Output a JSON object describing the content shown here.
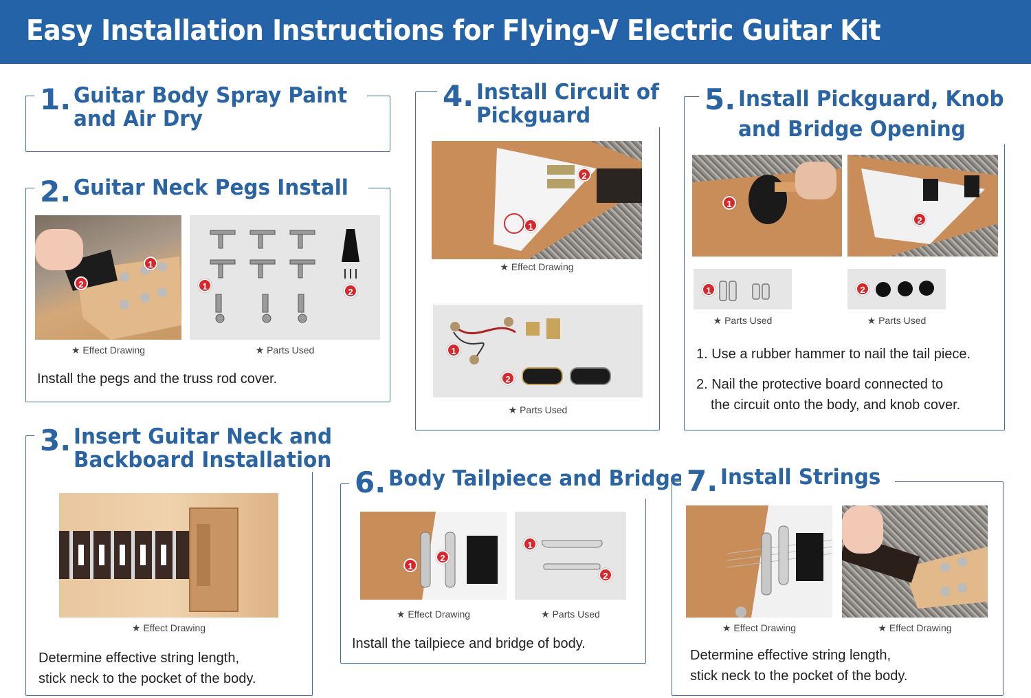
{
  "header": {
    "title": "Easy Installation Instructions for Flying-V Electric Guitar Kit"
  },
  "colors": {
    "header_bg": "#2563a8",
    "title_blue": "#2b64a3",
    "badge_red": "#d9262a"
  },
  "step1": {
    "num": "1.",
    "title_l1": "Guitar Body Spray Paint",
    "title_l2": "and Air Dry"
  },
  "step2": {
    "num": "2.",
    "title": "Guitar Neck Pegs Install",
    "cap1": "★ Effect Drawing",
    "cap2": "★ Parts Used",
    "desc": "Install the pegs and the truss rod cover."
  },
  "step3": {
    "num": "3.",
    "title_l1": "Insert Guitar Neck and",
    "title_l2": "Backboard Installation",
    "cap": "★ Effect Drawing",
    "desc_l1": "Determine effective string length,",
    "desc_l2": "stick neck to the pocket of the body."
  },
  "step4": {
    "num": "4.",
    "title_l1": "Install Circuit of",
    "title_l2": "Pickguard",
    "cap1": "★ Effect Drawing",
    "cap2": "★ Parts Used"
  },
  "step5": {
    "num": "5.",
    "title_l1": "Install Pickguard, Knob",
    "title_l2": "and Bridge Opening",
    "cap1": "★ Parts Used",
    "cap2": "★ Parts Used",
    "desc1": "1. Use a rubber hammer to nail the tail piece.",
    "desc2_l1": "2. Nail the protective board connected to",
    "desc2_l2": "the circuit onto the body, and knob cover."
  },
  "step6": {
    "num": "6.",
    "title": "Body Tailpiece and Bridge",
    "cap1": "★ Effect Drawing",
    "cap2": "★ Parts Used",
    "desc": "Install the tailpiece and bridge of body."
  },
  "step7": {
    "num": "7.",
    "title": "Install Strings",
    "cap1": "★ Effect Drawing",
    "cap2": "★ Effect Drawing",
    "desc_l1": "Determine effective string length,",
    "desc_l2": "stick neck to the pocket of the body."
  },
  "badges": {
    "one": "1",
    "two": "2"
  }
}
